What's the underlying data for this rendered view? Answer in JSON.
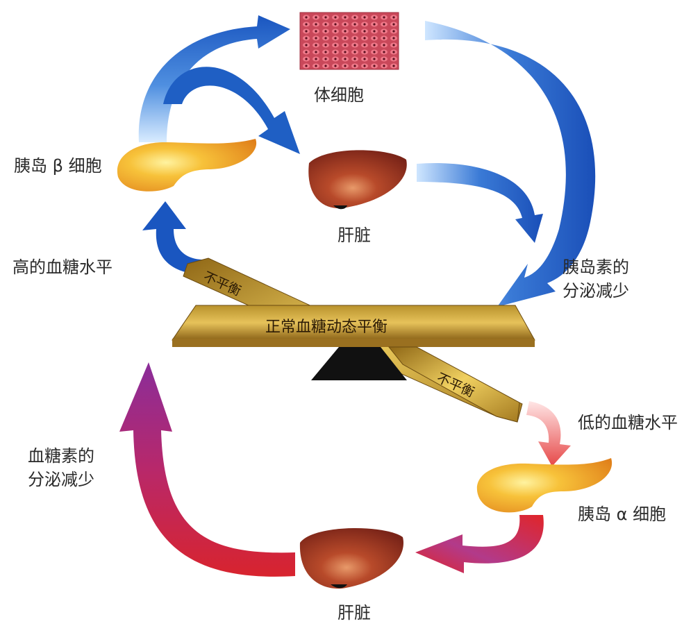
{
  "labels": {
    "body_cells": "体细胞",
    "beta_cells": "胰岛 β 细胞",
    "liver_top": "肝脏",
    "high_glucose": "高的血糖水平",
    "insulin_reduce": "胰岛素的\n分泌减少",
    "low_glucose": "低的血糖水平",
    "alpha_cells": "胰岛 α 细胞",
    "glucagon_reduce": "血糖素的\n分泌减少",
    "liver_bottom": "肝脏"
  },
  "board": {
    "center": "正常血糖动态平衡",
    "imbalance_top": "不平衡",
    "imbalance_bottom": "不平衡"
  },
  "colors": {
    "blue_arrow": "#1f5fc4",
    "red_arrow": "#e0252a",
    "purple_arrow": "#8a2d9a",
    "board_gold": "#c9a236",
    "board_dark": "#7a5716",
    "liver": "#8e2d1e",
    "pancreas": "#f0a020",
    "fulcrum": "#111111"
  }
}
